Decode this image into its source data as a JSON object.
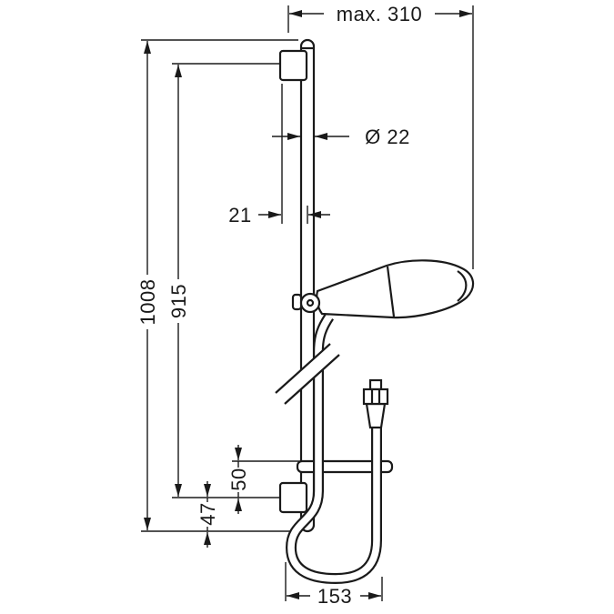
{
  "diagram": {
    "type": "technical-dimension-drawing",
    "subject": "shower-rail-set-with-hand-shower-and-hose",
    "colors": {
      "line": "#1a1a1a",
      "background": "#ffffff"
    },
    "dimensions": {
      "max_width": "max. 310",
      "bar_diameter": "Ø 22",
      "wall_offset": "21",
      "total_height": "1008",
      "hole_distance": "915",
      "dish_offset": "50",
      "bottom_offset": "47",
      "hose_loop_width": "153"
    }
  }
}
